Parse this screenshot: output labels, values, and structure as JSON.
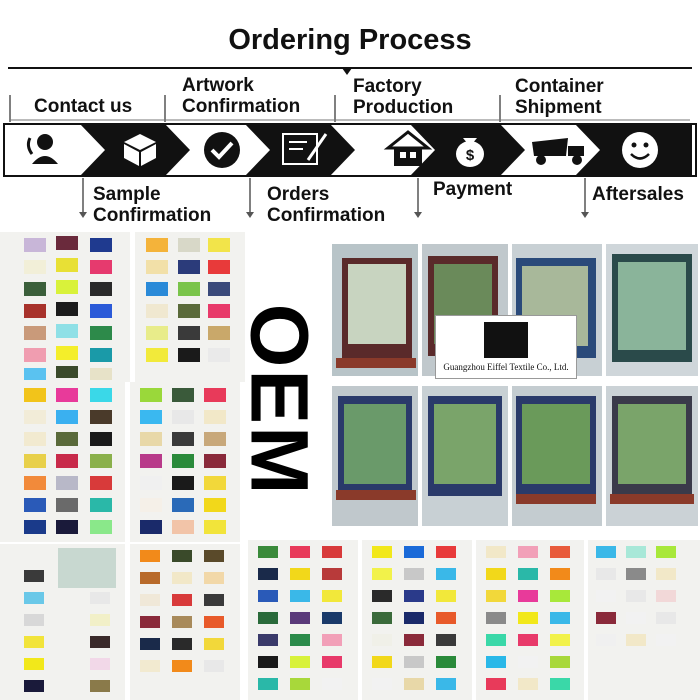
{
  "title": "Ordering Process",
  "steps_top": [
    "Contact us",
    "Artwork Confirmation",
    "Factory Production",
    "Container Shipment"
  ],
  "steps_bottom": [
    "Sample Confirmation",
    "Orders Confirmation",
    "Payment",
    "Aftersales"
  ],
  "icons": [
    "phone-person-icon",
    "gift-box-icon",
    "check-circle-icon",
    "contract-pen-icon",
    "house-icon",
    "money-bag-icon",
    "dump-truck-icon",
    "smiley-icon"
  ],
  "oem_text": "OEM",
  "logo": {
    "brand": "EIFFEL",
    "company": "Guangzhou Eiffel Textile Co., Ltd."
  },
  "colors": {
    "banner": "#111111",
    "accent": "#ffffff"
  }
}
